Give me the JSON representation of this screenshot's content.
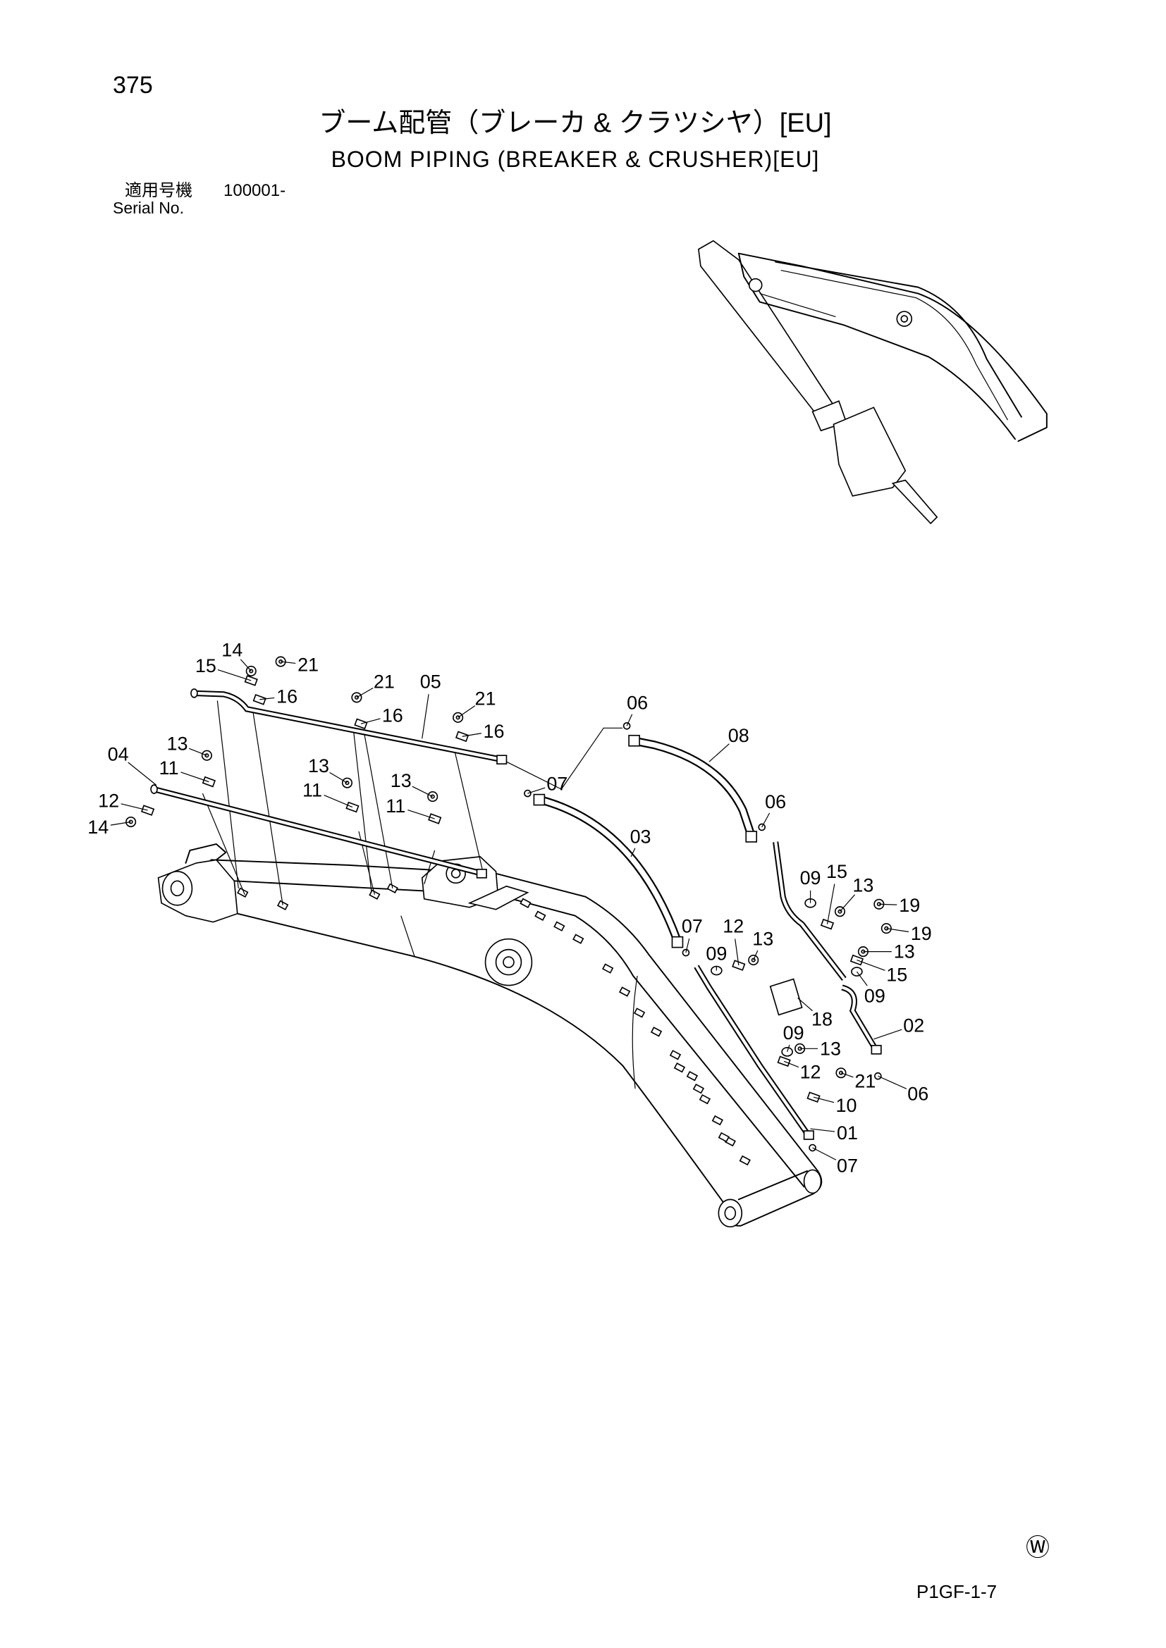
{
  "page": {
    "number": "375",
    "title_ja": "ブーム配管（ブレーカ & クラツシヤ）[EU]",
    "title_en": "BOOM PIPING (BREAKER & CRUSHER)[EU]",
    "serial_label_ja": "適用号機",
    "serial_value": "100001-",
    "serial_label_en": "Serial No.",
    "mark": "Ⓦ",
    "page_code": "P1GF-1-7"
  },
  "callouts": [
    "14",
    "15",
    "21",
    "16",
    "21",
    "05",
    "16",
    "21",
    "16",
    "06",
    "08",
    "04",
    "13",
    "11",
    "13",
    "11",
    "13",
    "11",
    "12",
    "14",
    "07",
    "06",
    "03",
    "09",
    "15",
    "13",
    "19",
    "19",
    "13",
    "15",
    "09",
    "07",
    "12",
    "13",
    "09",
    "18",
    "02",
    "09",
    "13",
    "12",
    "21",
    "06",
    "10",
    "01",
    "07"
  ]
}
